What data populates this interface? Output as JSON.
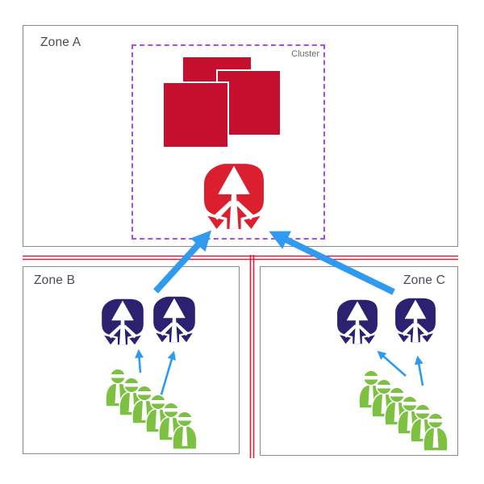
{
  "diagram": {
    "title": "Zone architecture diagram with cluster",
    "zone_a": {
      "label": "Zone A",
      "cluster": {
        "label": "Cluster",
        "server_square_count": 3,
        "site_tree_icon_count": 1
      }
    },
    "zone_b": {
      "label": "Zone B",
      "server_tree_icon_count": 2,
      "user_icon_count": 6,
      "user_arrow_count": 2
    },
    "zone_c": {
      "label": "Zone C",
      "server_tree_icon_count": 2,
      "user_icon_count": 6,
      "user_arrow_count": 2
    },
    "connections": {
      "zone_b_to_cluster_arrow": 1,
      "zone_c_to_cluster_arrow": 1,
      "network_line_horizontal": 1,
      "network_line_vertical": 1
    }
  },
  "icons": {
    "server_square": "server-square-icon",
    "tree": "tree-up-arrow-icon",
    "user": "person-glasses-tie-icon",
    "big_arrow": "zone-to-cluster-arrow",
    "small_arrow": "user-connection-arrow"
  },
  "colors": {
    "square_red": "#C40F2E",
    "tree_red": "#DB1F2F",
    "tree_navy": "#2A2270",
    "user_green": "#7CC142",
    "arrow_blue": "#2E9BF0",
    "network_line_red": "#D2233A",
    "cluster_border_purple": "#A64CF2",
    "zone_border_gray": "#8A8A8A",
    "zone_label_gray": "#4B4B55",
    "cluster_label_gray": "#6B6B6B",
    "background": "#FFFFFF"
  }
}
